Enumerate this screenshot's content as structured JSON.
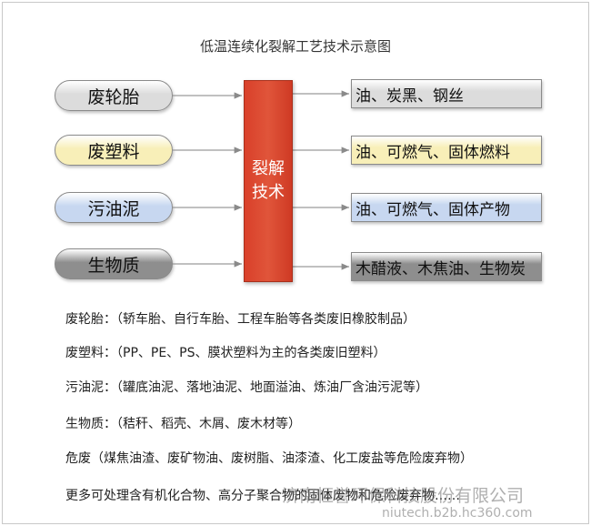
{
  "title": "低温连续化裂解工艺技术示意图",
  "inputs": [
    {
      "label": "废轮胎",
      "color": "#dcdcdc"
    },
    {
      "label": "废塑料",
      "color": "#f8efb8"
    },
    {
      "label": "污油泥",
      "color": "#c7d7f0"
    },
    {
      "label": "生物质",
      "color": "#8e8e8e"
    }
  ],
  "center": {
    "line1": "裂解",
    "line2": "技术",
    "color": "#d9402a"
  },
  "outputs": [
    {
      "label": "油、炭黑、钢丝",
      "color": "#dcdcdc"
    },
    {
      "label": "油、可燃气、固体燃料",
      "color": "#f8efb8"
    },
    {
      "label": "油、可燃气、固体产物",
      "color": "#c7d7f0"
    },
    {
      "label": "木醋液、木焦油、生物炭",
      "color": "#8e8e8e"
    }
  ],
  "descriptions": [
    "废轮胎：（轿车胎、自行车胎、工程车胎等各类废旧橡胶制品）",
    "废塑料：（PP、PE、PS、膜状塑料为主的各类废旧塑料）",
    "污油泥：（罐底油泥、落地油泥、地面溢油、炼油厂含油污泥等）",
    "生物质：（秸秆、稻壳、木屑、废木材等）",
    "危废（煤焦油渣、废矿物油、废树脂、油漆渣、化工废盐等危险废弃物）",
    "更多可处理含有机化合物、高分子聚合物的固体废物和危险废弃物……"
  ],
  "watermark": {
    "company": "济南恒誉环保科技股份有限公司",
    "url": "niutech.b2b.hc360.com"
  }
}
